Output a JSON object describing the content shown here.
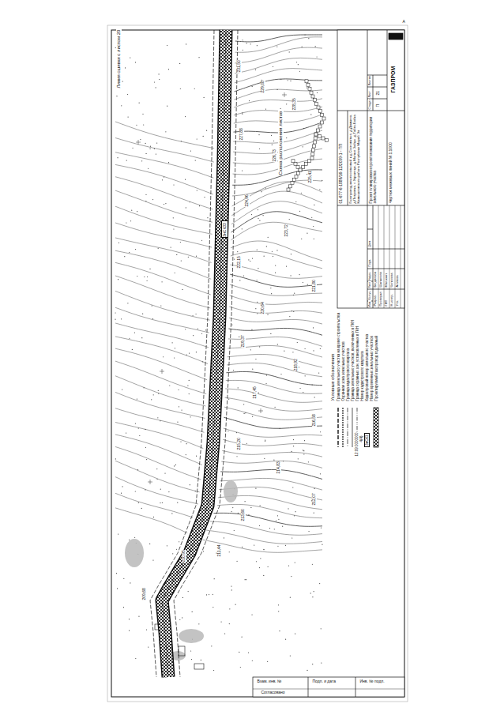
{
  "diagram": {
    "nodes": [
      {
        "text": [
          "ЗнСК33"
        ]
      }
    ],
    "labels": [
      "Линия сшивки с листом 20",
      "Схема расположения листов",
      "Условные обозначения",
      "12:09:0000000",
      "4(4)",
      "ЗнСК3",
      "01-677-6-1889/16-12/2059-1 - ПП",
      "Газопровод межпоселковый к д.Сосноватые, д.Демкино, д.Петровка, с.Украинцы, д.Малые Зайцы, д.Тайга-Бойка Камышловского района Республики Марий Эл",
      "Проект планировки и проект межевания территории земельного участка",
      "Чертеж межевых линий М 1:1000",
      "Стадия",
      "Лист",
      "Листов",
      "П",
      "21",
      "ГАЗПРОМ",
      "Изм.",
      "Кол.уч.",
      "Лист",
      "№док.",
      "Подп.",
      "Дата",
      "Разраб.",
      "Проверил",
      "ГИП",
      "Н.контр.",
      "Утв.",
      "Богданова",
      "Шипилова",
      "Малыхин",
      "Чепелева",
      "Агапова",
      "Взам. инв. №",
      "Подп. и дата",
      "Инв. № подл.",
      "Согласовано",
      "А",
      "231,50",
      "229,08",
      "228,35",
      "227,88",
      "226,73",
      "225,41",
      "224,96",
      "223,72",
      "222,15",
      "221,80",
      "220,64",
      "219,37",
      "218,92",
      "217,45",
      "216,58",
      "215,20",
      "214,83",
      "213,60",
      "212,07",
      "211,44",
      "210,95",
      "209,68"
    ],
    "legend": [
      {
        "text": "Граница земельного участка на время строительства"
      },
      {
        "text": "Охранная зона земельных участков"
      },
      {
        "text": "Граница кадастрового квартала"
      },
      {
        "text": "Граница земельных участков, включенных в ГКН"
      },
      {
        "text": "Граница охранных зон, установленных в ГКН"
      },
      {
        "text": "Номер кадастрового квартала"
      },
      {
        "text": "Кадастровый номер земельного участка"
      },
      {
        "text": "Номер временных земельных участков"
      },
      {
        "text": "Проектируемый газопровод подземный"
      }
    ]
  }
}
